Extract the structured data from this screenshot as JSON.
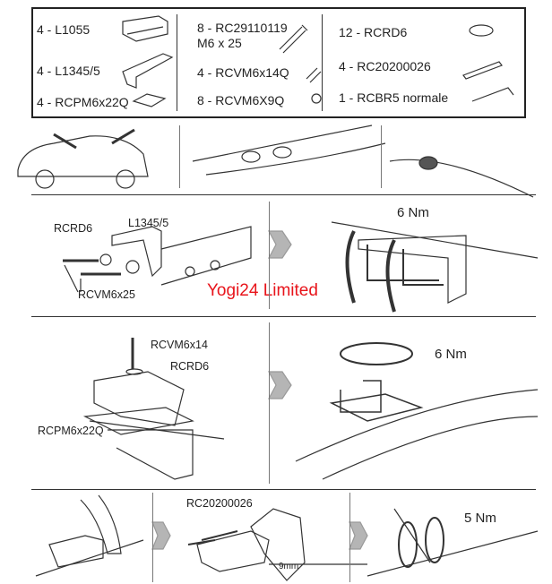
{
  "parts_list": [
    {
      "label": "4 - L1055"
    },
    {
      "label": "4 - L1345/5"
    },
    {
      "label": "4 - RCPM6x22Q"
    },
    {
      "label": "8 - RC29110119",
      "sub": "M6 x 25"
    },
    {
      "label": "4 - RCVM6x14Q"
    },
    {
      "label": "8 - RCVM6X9Q"
    },
    {
      "label": "12 - RCRD6"
    },
    {
      "label": "4 - RC20200026"
    },
    {
      "label": "1 - RCBR5 normale"
    }
  ],
  "step2": {
    "washer": "RCRD6",
    "bracket": "L1345/5",
    "bolt": "RCVM6x25",
    "torque": "6 Nm"
  },
  "step3": {
    "bolt": "RCVM6x14",
    "washer": "RCRD6",
    "plate": "RCPM6x22Q",
    "torque": "6 Nm"
  },
  "step4": {
    "strap": "RC20200026",
    "size": "9mm",
    "torque": "5 Nm"
  },
  "watermark": "Yogi24 Limited",
  "colors": {
    "watermark": "#e8141b",
    "arrow": "#b5b5b5"
  }
}
